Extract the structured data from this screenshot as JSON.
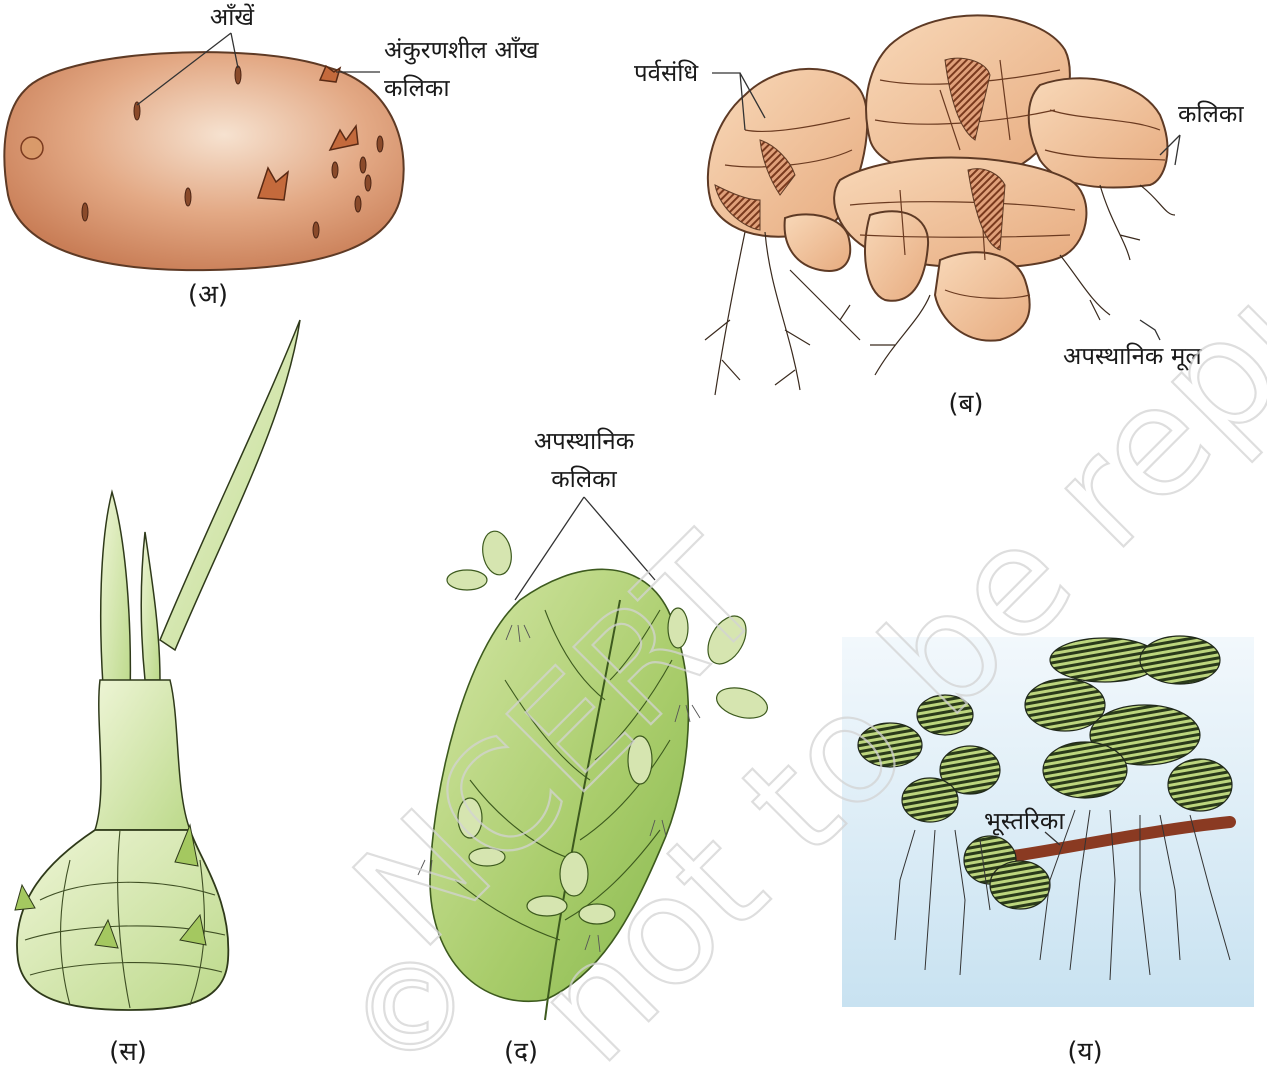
{
  "watermark": {
    "line1": "NCERT",
    "line2": "not to be republished",
    "symbol": "©"
  },
  "panels": {
    "a": {
      "caption": "(अ)",
      "label_eyes": "आँखें",
      "label_sprouting_line1": "अंकुरणशील आँख",
      "label_sprouting_line2": "कलिका"
    },
    "b": {
      "caption": "(ब)",
      "label_node": "पर्वसंधि",
      "label_bud": "कलिका",
      "label_root": "अपस्थानिक मूल"
    },
    "c": {
      "caption": "(स)"
    },
    "d": {
      "caption": "(द)",
      "label_line1": "अपस्थानिक",
      "label_line2": "कलिका"
    },
    "e": {
      "caption": "(य)",
      "label_stolon": "भूस्तरिका"
    }
  },
  "colors": {
    "potato": "#e0a57e",
    "ginger": "#f0c39c",
    "onion": "#cfe4a4",
    "leaf": "#b6d27a",
    "water": "#d9ecf6"
  }
}
